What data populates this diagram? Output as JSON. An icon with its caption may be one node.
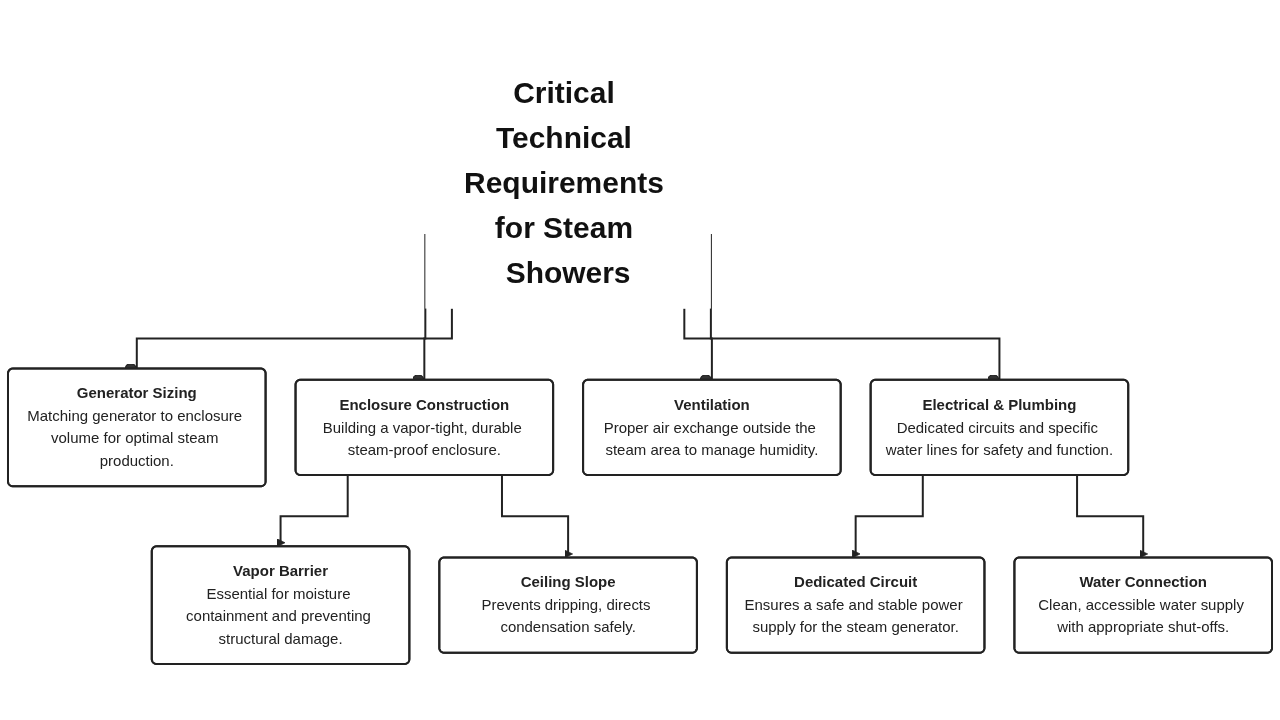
{
  "diagram": {
    "nodes": [
      {
        "text": [
          "Critical Technical Requirements for Steam Showers"
        ]
      },
      {
        "text": [
          "Generator Sizing",
          "Matching generator to enclosure volume for optimal steam production."
        ]
      },
      {
        "text": [
          "Enclosure Construction",
          "Building a vapor-tight, durable steam-proof enclosure."
        ]
      },
      {
        "text": [
          "Ventilation",
          "Proper air exchange outside the steam area to manage humidity."
        ]
      },
      {
        "text": [
          "Electrical & Plumbing",
          "Dedicated circuits and specific water lines for safety and function."
        ]
      },
      {
        "text": [
          "Vapor Barrier",
          "Essential for moisture containment and preventing structural damage."
        ]
      },
      {
        "text": [
          "Ceiling Slope",
          "Prevents dripping, directs condensation safely."
        ]
      },
      {
        "text": [
          "Dedicated Circuit",
          "Ensures a safe and stable power supply for the steam generator."
        ]
      },
      {
        "text": [
          "Water Connection",
          "Clean, accessible water supply with appropriate shut-offs."
        ]
      }
    ],
    "edges": [
      {
        "from": 0,
        "to": 1,
        "arrow": "other"
      },
      {
        "from": 0,
        "to": 2,
        "arrow": "other"
      },
      {
        "from": 0,
        "to": 3,
        "arrow": "other"
      },
      {
        "from": 0,
        "to": 4,
        "arrow": "other"
      },
      {
        "from": 2,
        "to": 5,
        "arrow": "to"
      },
      {
        "from": 2,
        "to": 6,
        "arrow": "to"
      },
      {
        "from": 4,
        "to": 7,
        "arrow": "to"
      },
      {
        "from": 4,
        "to": 8,
        "arrow": "to"
      }
    ]
  }
}
